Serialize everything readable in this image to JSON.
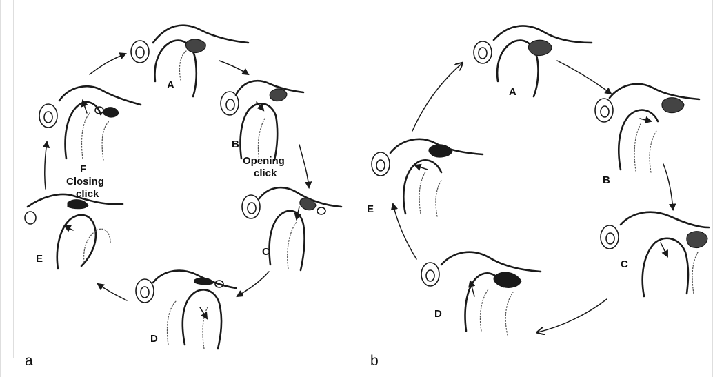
{
  "panels": [
    {
      "id": "a",
      "label": "a",
      "stages": [
        {
          "label": "A"
        },
        {
          "label": "B"
        },
        {
          "label": "C"
        },
        {
          "label": "D"
        },
        {
          "label": "E"
        },
        {
          "label": "F"
        }
      ],
      "annotations": {
        "opening_line1": "Opening",
        "opening_line2": "click",
        "closing_line1": "Closing",
        "closing_line2": "click"
      }
    },
    {
      "id": "b",
      "label": "b",
      "stages": [
        {
          "label": "A"
        },
        {
          "label": "B"
        },
        {
          "label": "C"
        },
        {
          "label": "D"
        },
        {
          "label": "E"
        }
      ]
    }
  ]
}
